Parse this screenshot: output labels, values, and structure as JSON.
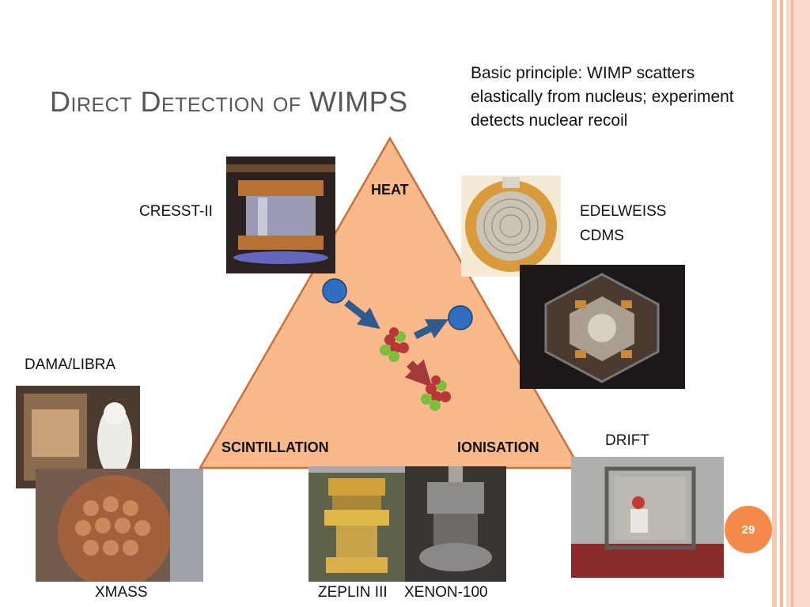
{
  "slide": {
    "title": "Direct Detection of WIMPS",
    "principle": "Basic principle: WIMP scatters elastically from nucleus; experiment detects nuclear recoil",
    "page_number": "29"
  },
  "triangle": {
    "top_label": "HEAT",
    "left_label": "SCINTILLATION",
    "right_label": "IONISATION"
  },
  "experiments": {
    "cresst": "CRESST-II",
    "edelweiss": "EDELWEISS",
    "cdms": "CDMS",
    "dama": "DAMA/LIBRA",
    "drift": "DRIFT",
    "xmass": "XMASS",
    "zeplin": "ZEPLIN III",
    "xenon": "XENON-100"
  },
  "colors": {
    "triangle_fill": "#f9b98a",
    "triangle_stroke": "#c9713c",
    "arrow_blue": "#2e5a8e",
    "arrow_red": "#a33a3a",
    "ball_blue": "#2f6fc0",
    "page_badge": "#f58b4a"
  }
}
